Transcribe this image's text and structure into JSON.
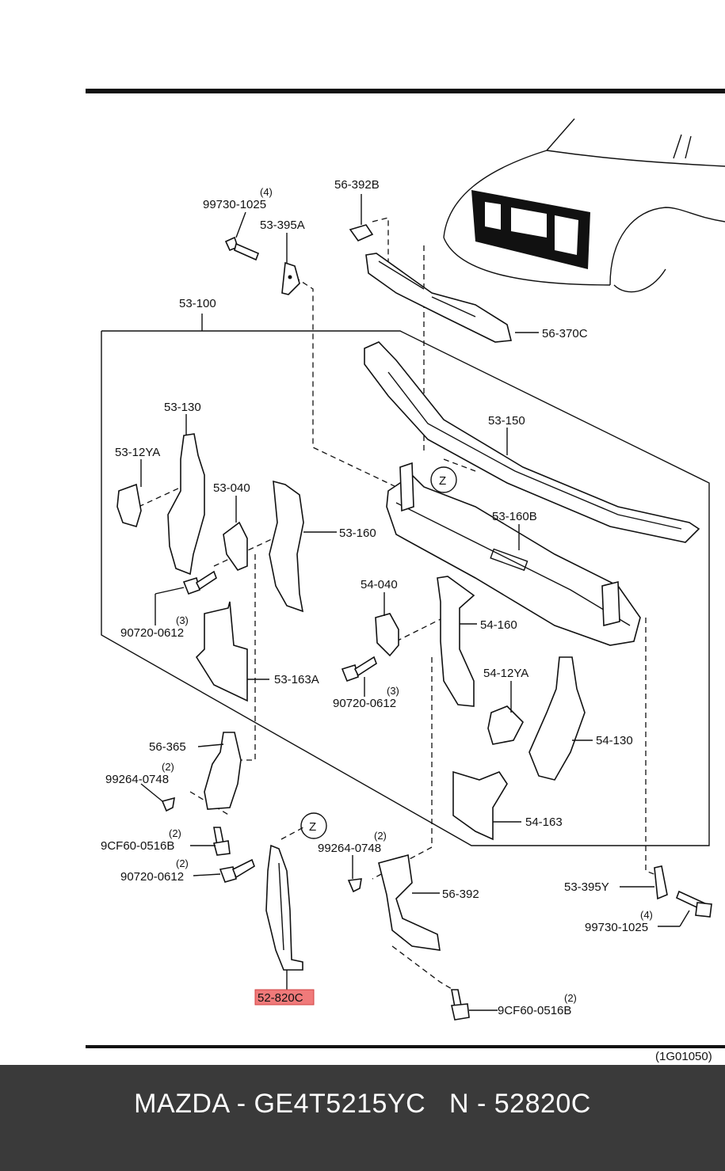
{
  "diagram": {
    "ref_code": "(1G01050)",
    "highlight_color": "#f07a7a",
    "labels": {
      "p99730_1025_top": "99730-1025",
      "q4_top": "(4)",
      "p53_395A": "53-395A",
      "p56_392B": "56-392B",
      "p56_370C": "56-370C",
      "p53_100": "53-100",
      "p53_150": "53-150",
      "p53_130": "53-130",
      "p53_12YA": "53-12YA",
      "p53_040": "53-040",
      "p53_160": "53-160",
      "p53_160B": "53-160B",
      "p90720_0612_a": "90720-0612",
      "q3_a": "(3)",
      "p53_163A": "53-163A",
      "p54_040": "54-040",
      "p54_160": "54-160",
      "p90720_0612_b": "90720-0612",
      "q3_b": "(3)",
      "p54_12YA": "54-12YA",
      "p54_130": "54-130",
      "p54_163": "54-163",
      "p56_365": "56-365",
      "p99264_0748_a": "99264-0748",
      "q2_a": "(2)",
      "p9CF60_0516B_a": "9CF60-0516B",
      "q2_b": "(2)",
      "p90720_0612_c": "90720-0612",
      "q2_c": "(2)",
      "p99264_0748_b": "99264-0748",
      "q2_d": "(2)",
      "p56_392": "56-392",
      "p53_395Y": "53-395Y",
      "p99730_1025_bot": "99730-1025",
      "q4_bot": "(4)",
      "p9CF60_0516B_b": "9CF60-0516B",
      "q2_e": "(2)",
      "p52_820C": "52-820C",
      "z1": "Z",
      "z2": "Z"
    }
  },
  "footer": {
    "text": "MAZDA - GE4T5215YC   N - 52820C"
  }
}
